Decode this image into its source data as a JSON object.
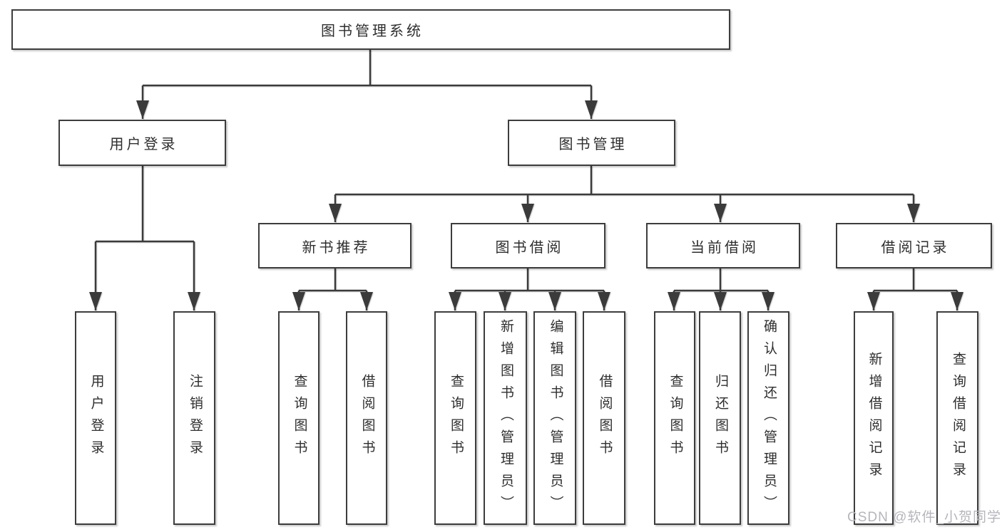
{
  "title": "图书管理系统",
  "colors": {
    "line": "#3b3b3b",
    "border": "#3d3d3d",
    "text": "#2e2e2e",
    "background": "#ffffff",
    "watermark": "#b5b5bd"
  },
  "nodes": {
    "root": {
      "label": "图书管理系统"
    },
    "user_login": {
      "label": "用户登录"
    },
    "book_mgmt": {
      "label": "图书管理"
    },
    "new_book_rec": {
      "label": "新书推荐"
    },
    "book_borrow": {
      "label": "图书借阅"
    },
    "current_borrow": {
      "label": "当前借阅"
    },
    "borrow_records": {
      "label": "借阅记录"
    },
    "leaf_user_login": {
      "label": "用户登录"
    },
    "leaf_logout": {
      "label": "注销登录"
    },
    "leaf_nbr_query_books": {
      "label": "查询图书"
    },
    "leaf_nbr_borrow_books": {
      "label": "借阅图书"
    },
    "leaf_bb_query_books": {
      "label": "查询图书"
    },
    "leaf_bb_add_books": {
      "label": "新增图书（管理员）"
    },
    "leaf_bb_edit_books": {
      "label": "编辑图书（管理员）"
    },
    "leaf_bb_borrow_books": {
      "label": "借阅图书"
    },
    "leaf_cb_query_books": {
      "label": "查询图书"
    },
    "leaf_cb_return_books": {
      "label": "归还图书"
    },
    "leaf_cb_confirm_return": {
      "label": "确认归还（管理员）"
    },
    "leaf_br_add_record": {
      "label": "新增借阅记录"
    },
    "leaf_br_query_record": {
      "label": "查询借阅记录"
    }
  },
  "hierarchy": {
    "图书管理系统": [
      "用户登录",
      "图书管理"
    ],
    "用户登录": [
      "用户登录",
      "注销登录"
    ],
    "图书管理": [
      "新书推荐",
      "图书借阅",
      "当前借阅",
      "借阅记录"
    ],
    "新书推荐": [
      "查询图书",
      "借阅图书"
    ],
    "图书借阅": [
      "查询图书",
      "新增图书（管理员）",
      "编辑图书（管理员）",
      "借阅图书"
    ],
    "当前借阅": [
      "查询图书",
      "归还图书",
      "确认归还（管理员）"
    ],
    "借阅记录": [
      "新增借阅记录",
      "查询借阅记录"
    ]
  },
  "watermark": {
    "text": "CSDN @软件_小贺同学"
  }
}
